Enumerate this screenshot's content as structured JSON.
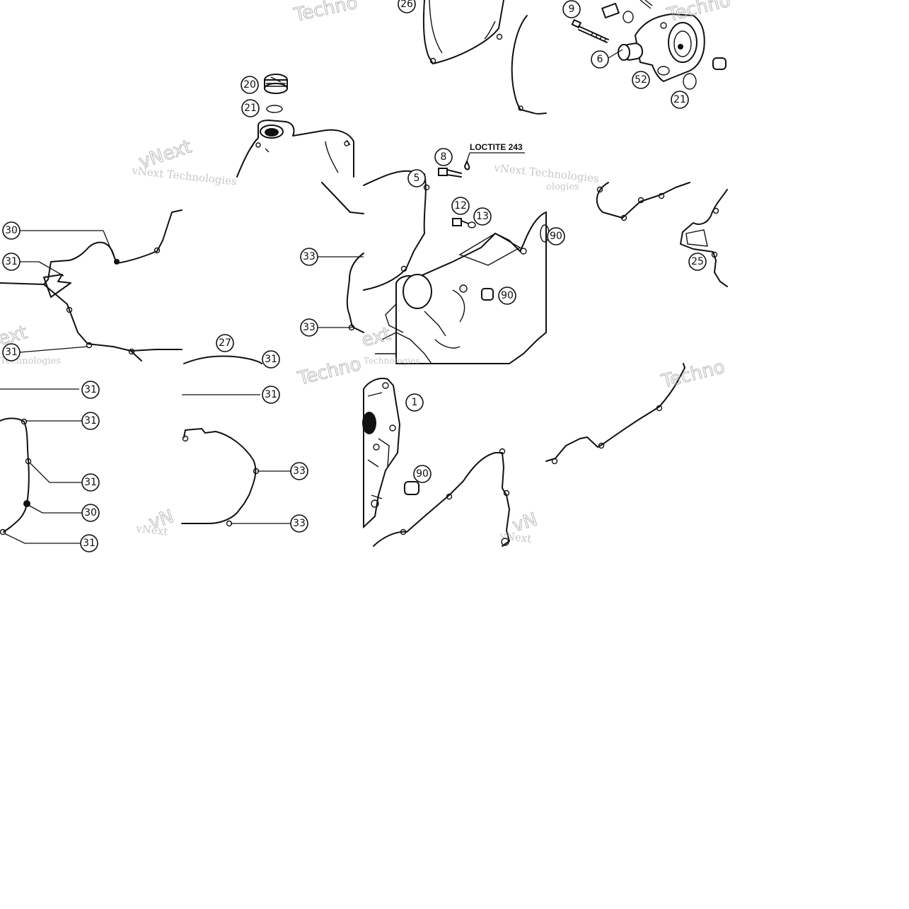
{
  "watermark": {
    "brand_line": "vNext Technologies",
    "outline_text": "Techno",
    "short_outline": "vNext"
  },
  "note_label": "LOCTITE 243",
  "callouts": {
    "c20": "20",
    "c21a": "21",
    "c26": "26",
    "c9": "9",
    "c6": "6",
    "c52": "52",
    "c21b": "21",
    "c8": "8",
    "c5": "5",
    "c12": "12",
    "c13": "13",
    "c90a": "90",
    "c90b": "90",
    "c30a": "30",
    "c31a": "31",
    "c31b": "31",
    "c33a": "33",
    "c33b": "33",
    "c27": "27",
    "c25": "25",
    "c31c": "31",
    "c31d": "31",
    "c31e": "31",
    "c30b": "30",
    "c31f": "31",
    "c31g": "31",
    "c33c": "33",
    "c33d": "33",
    "c31h": "31",
    "c1": "1",
    "c90c": "90"
  },
  "colors": {
    "line": "#111111",
    "watermark": "#9a9a9a",
    "background": "#ffffff"
  }
}
